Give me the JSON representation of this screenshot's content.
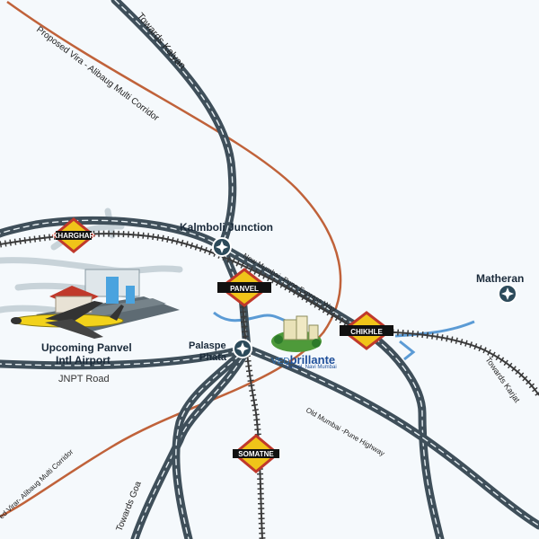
{
  "places": {
    "kalmboli": "Kalmboli Junction",
    "matheran": "Matheran",
    "airport_line1": "Upcoming Panvel",
    "airport_line2": "Intl Airport",
    "palaspe_line1": "Palaspe",
    "palaspe_line2": "Phata"
  },
  "stations": {
    "kharghar": "KHARGHAR",
    "panvel": "PANVEL",
    "chikhle": "CHIKHLE",
    "somatne": "SOMATNE"
  },
  "roads": {
    "towards_kalyan": "Towards Kalyan",
    "expressway": "New Mumbai -Pune Express Way",
    "towards_karjat": "Towards Karjat",
    "jnpt": "JNPT Road",
    "old_highway": "Old Mumbai -Pune Highway",
    "towards_goa": "Towards Goa",
    "corridor_top": "Proposed Vira - Alibaug Multi Corridor",
    "corridor_bottom": "ed Virar- Alibaug Multi Corridor"
  },
  "project": {
    "brand_prefix": "VED",
    "brand_name": "brillante",
    "tagline": "Panvel, Navi Mumbai"
  },
  "colors": {
    "road": "#3f4f5a",
    "road_dash": "#e8f0f4",
    "corridor": "#c0623a",
    "rail": "#3a3a3a",
    "station_fill": "#f0c419",
    "station_edge": "#c0392b",
    "station_label_bg": "#111111",
    "water": "#5b9bd5",
    "junction": "#2c4a5a"
  }
}
